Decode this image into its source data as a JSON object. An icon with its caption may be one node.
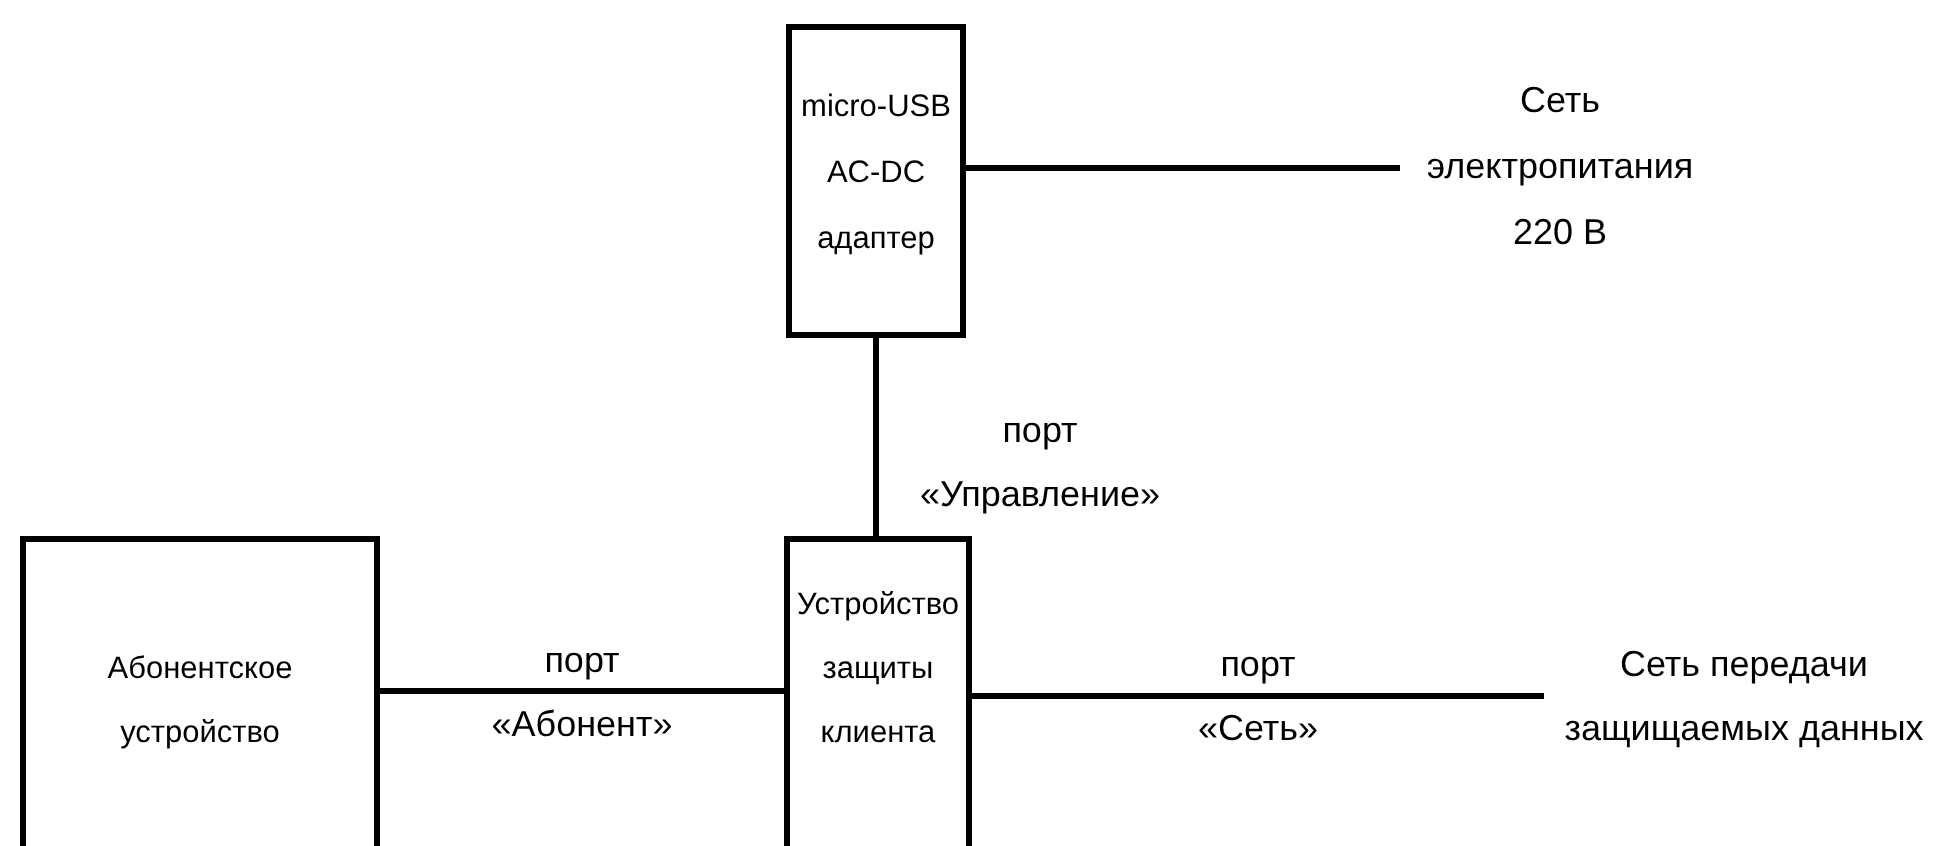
{
  "diagram": {
    "nodes": [
      {
        "text": [
          "micro-USB AC-DC адаптер"
        ]
      },
      {
        "text": [
          "Сеть электропитания 220 В"
        ]
      },
      {
        "text": [
          "Абонентское устройство"
        ]
      },
      {
        "text": [
          "Устройство защиты клиента"
        ]
      },
      {
        "text": [
          "Сеть передачи защищаемых данных"
        ]
      }
    ],
    "edges": [
      {
        "from": 0,
        "to": 1,
        "arrow": "none"
      },
      {
        "from": 0,
        "to": 3,
        "arrow": "none",
        "label": "порт «Управление»"
      },
      {
        "from": 2,
        "to": 3,
        "arrow": "none",
        "label": "порт «Абонент»"
      },
      {
        "from": 3,
        "to": 4,
        "arrow": "none",
        "label": "порт «Сеть»"
      }
    ]
  }
}
